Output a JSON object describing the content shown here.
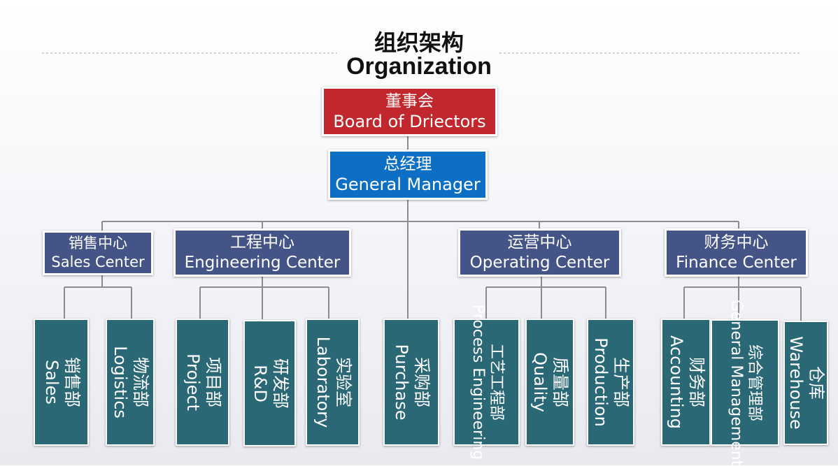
{
  "title": {
    "cn": "组织架构",
    "en": "Organization"
  },
  "colors": {
    "board": "#c0282e",
    "manager": "#0d6fc3",
    "center": "#455486",
    "department": "#2a6876",
    "connector": "#8c8c8c"
  },
  "board": {
    "cn": "董事会",
    "en": "Board of Driectors"
  },
  "manager": {
    "cn": "总经理",
    "en": "General Manager"
  },
  "centers": [
    {
      "cn": "销售中心",
      "en": "Sales Center"
    },
    {
      "cn": "工程中心",
      "en": "Engineering Center"
    },
    {
      "cn": "运营中心",
      "en": "Operating Center"
    },
    {
      "cn": "财务中心",
      "en": "Finance Center"
    }
  ],
  "departments": [
    {
      "cn": "销售部",
      "en": "Sales"
    },
    {
      "cn": "物流部",
      "en": "Logistics"
    },
    {
      "cn": "项目部",
      "en": "Project"
    },
    {
      "cn": "研发部",
      "en": "R&D"
    },
    {
      "cn": "实验室",
      "en": "Laboratory"
    },
    {
      "cn": "采购部",
      "en": "Purchase"
    },
    {
      "cn": "工艺工程部",
      "en": "Process Engineering"
    },
    {
      "cn": "质量部",
      "en": "Quality"
    },
    {
      "cn": "生产部",
      "en": "Production"
    },
    {
      "cn": "财务部",
      "en": "Accounting"
    },
    {
      "cn": "综合管理部",
      "en": "General Management"
    },
    {
      "cn": "仓库",
      "en": "Warehouse"
    }
  ]
}
